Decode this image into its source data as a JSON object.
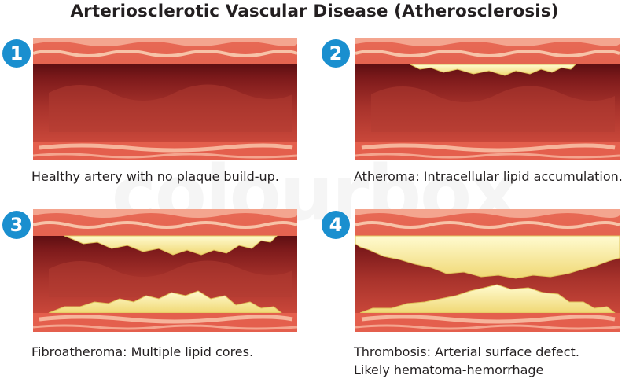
{
  "title": "Arteriosclerotic Vascular Disease (Atherosclerosis)",
  "watermark": "colourbox",
  "colors": {
    "badge": "#1a8fcf",
    "lumen": "#a52a2a",
    "wall": "#d9534f",
    "plaque": "#f5e79e"
  },
  "panels": [
    {
      "number": "1",
      "caption": "Healthy artery with no plaque build-up."
    },
    {
      "number": "2",
      "caption": "Atheroma: Intracellular lipid accumulation."
    },
    {
      "number": "3",
      "caption": "Fibroatheroma: Multiple lipid cores."
    },
    {
      "number": "4",
      "caption_line1": "Thrombosis: Arterial surface defect.",
      "caption_line2": "Likely hematoma-hemorrhage"
    }
  ]
}
